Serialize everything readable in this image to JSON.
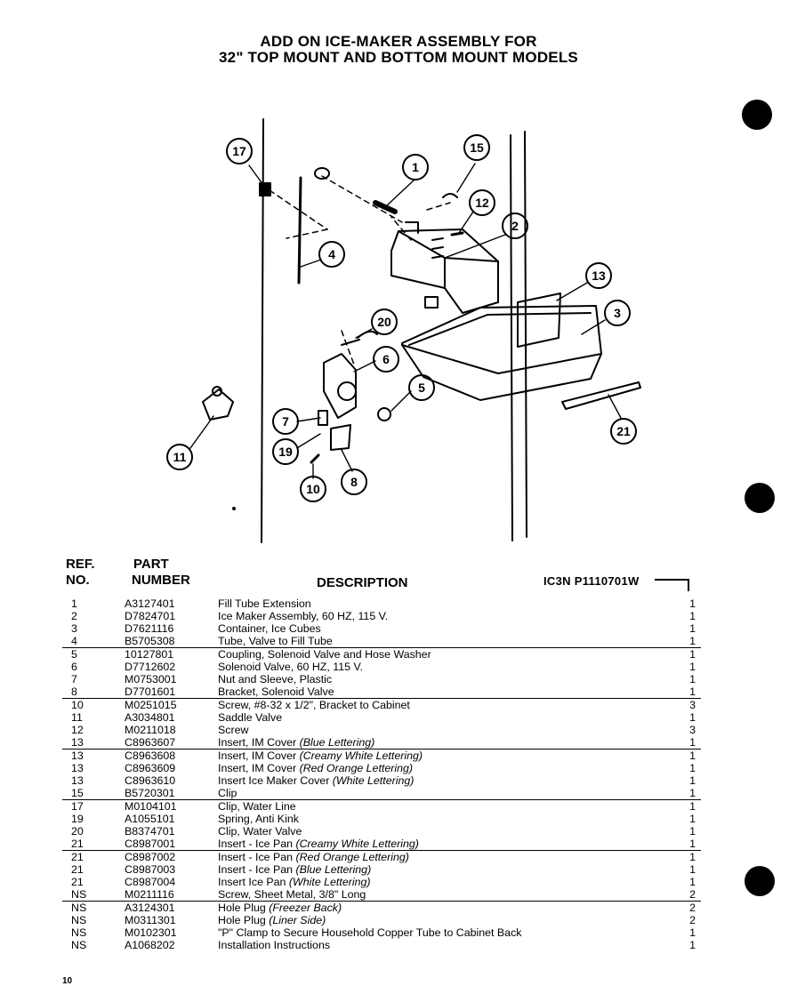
{
  "title": {
    "line1": "ADD ON ICE-MAKER ASSEMBLY FOR",
    "line2": "32\" TOP MOUNT AND BOTTOM MOUNT MODELS"
  },
  "diagram": {
    "callouts": [
      "17",
      "15",
      "1",
      "12",
      "2",
      "4",
      "13",
      "3",
      "20",
      "6",
      "5",
      "7",
      "19",
      "10",
      "8",
      "11",
      "21"
    ]
  },
  "table": {
    "headers": {
      "ref_line1": "REF.",
      "ref_line2": "NO.",
      "part_line1": "PART",
      "part_line2": "NUMBER",
      "description": "DESCRIPTION"
    },
    "code": "IC3N P1110701W",
    "rows": [
      {
        "ref": "1",
        "part": "A3127401",
        "desc": "Fill Tube Extension",
        "note": "",
        "qty": "1"
      },
      {
        "ref": "2",
        "part": "D7824701",
        "desc": "Ice Maker Assembly, 60 HZ, 115 V.",
        "note": "",
        "qty": "1"
      },
      {
        "ref": "3",
        "part": "D7621116",
        "desc": "Container, Ice Cubes",
        "note": "",
        "qty": "1"
      },
      {
        "ref": "4",
        "part": "B5705308",
        "desc": "Tube, Valve to Fill Tube",
        "note": "",
        "qty": "1"
      },
      {
        "ref": "5",
        "part": "10127801",
        "desc": "Coupling, Solenoid Valve and Hose Washer",
        "note": "",
        "qty": "1"
      },
      {
        "ref": "6",
        "part": "D7712602",
        "desc": "Solenoid Valve, 60 HZ, 115 V.",
        "note": "",
        "qty": "1"
      },
      {
        "ref": "7",
        "part": "M0753001",
        "desc": "Nut and Sleeve, Plastic",
        "note": "",
        "qty": "1"
      },
      {
        "ref": "8",
        "part": "D7701601",
        "desc": "Bracket, Solenoid Valve",
        "note": "",
        "qty": "1"
      },
      {
        "ref": "10",
        "part": "M0251015",
        "desc": "Screw, #8-32 x 1/2\", Bracket to Cabinet",
        "note": "",
        "qty": "3"
      },
      {
        "ref": "11",
        "part": "A3034801",
        "desc": "Saddle Valve",
        "note": "",
        "qty": "1"
      },
      {
        "ref": "12",
        "part": "M0211018",
        "desc": "Screw",
        "note": "",
        "qty": "3"
      },
      {
        "ref": "13",
        "part": "C8963607",
        "desc": "Insert, IM Cover",
        "note": "(Blue Lettering)",
        "qty": "1"
      },
      {
        "ref": "13",
        "part": "C8963608",
        "desc": "Insert, IM Cover",
        "note": "(Creamy White Lettering)",
        "qty": "1"
      },
      {
        "ref": "13",
        "part": "C8963609",
        "desc": "Insert, IM Cover",
        "note": "(Red Orange Lettering)",
        "qty": "1"
      },
      {
        "ref": "13",
        "part": "C8963610",
        "desc": "Insert Ice Maker Cover",
        "note": "(White Lettering)",
        "qty": "1"
      },
      {
        "ref": "15",
        "part": "B5720301",
        "desc": "Clip",
        "note": "",
        "qty": "1"
      },
      {
        "ref": "17",
        "part": "M0104101",
        "desc": "Clip, Water Line",
        "note": "",
        "qty": "1"
      },
      {
        "ref": "19",
        "part": "A1055101",
        "desc": "Spring, Anti Kink",
        "note": "",
        "qty": "1"
      },
      {
        "ref": "20",
        "part": "B8374701",
        "desc": "Clip, Water Valve",
        "note": "",
        "qty": "1"
      },
      {
        "ref": "21",
        "part": "C8987001",
        "desc": "Insert - Ice Pan",
        "note": "(Creamy White Lettering)",
        "qty": "1"
      },
      {
        "ref": "21",
        "part": "C8987002",
        "desc": "Insert - Ice Pan",
        "note": "(Red Orange Lettering)",
        "qty": "1"
      },
      {
        "ref": "21",
        "part": "C8987003",
        "desc": "Insert - Ice Pan",
        "note": "(Blue Lettering)",
        "qty": "1"
      },
      {
        "ref": "21",
        "part": "C8987004",
        "desc": "Insert Ice Pan",
        "note": "(White Lettering)",
        "qty": "1"
      },
      {
        "ref": "NS",
        "part": "M0211116",
        "desc": "Screw, Sheet Metal, 3/8\" Long",
        "note": "",
        "qty": "2"
      },
      {
        "ref": "NS",
        "part": "A3124301",
        "desc": "Hole Plug",
        "note": "(Freezer Back)",
        "qty": "2"
      },
      {
        "ref": "NS",
        "part": "M0311301",
        "desc": "Hole Plug",
        "note": "(Liner Side)",
        "qty": "2"
      },
      {
        "ref": "NS",
        "part": "M0102301",
        "desc": "\"P\" Clamp to Secure Household Copper Tube to Cabinet Back",
        "note": "",
        "qty": "1"
      },
      {
        "ref": "NS",
        "part": "A1068202",
        "desc": "Installation Instructions",
        "note": "",
        "qty": "1"
      }
    ]
  },
  "page_number": "10"
}
